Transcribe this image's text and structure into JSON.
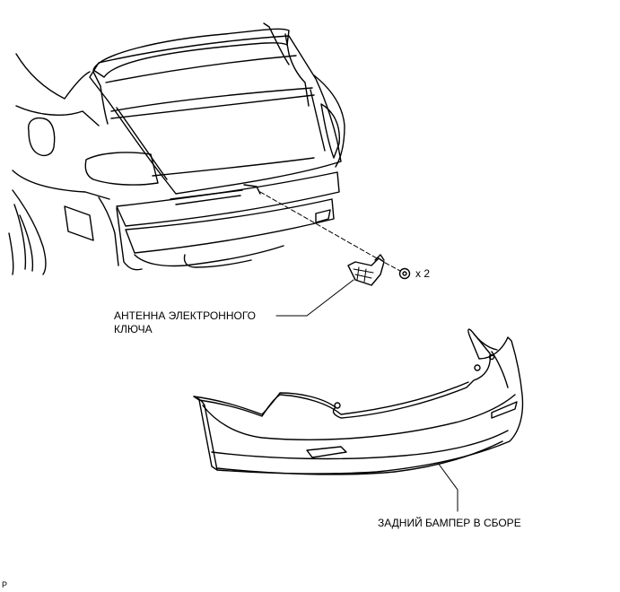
{
  "labels": {
    "antenna_line1": "АНТЕННА ЭЛЕКТРОННОГО",
    "antenna_line2": "КЛЮЧА",
    "bumper": "ЗАДНИЙ БАМПЕР В СБОРЕ",
    "quantity": "x 2",
    "figure_code": "P"
  },
  "colors": {
    "line": "#000000",
    "background": "#ffffff",
    "part_fill": "#ffffff"
  }
}
